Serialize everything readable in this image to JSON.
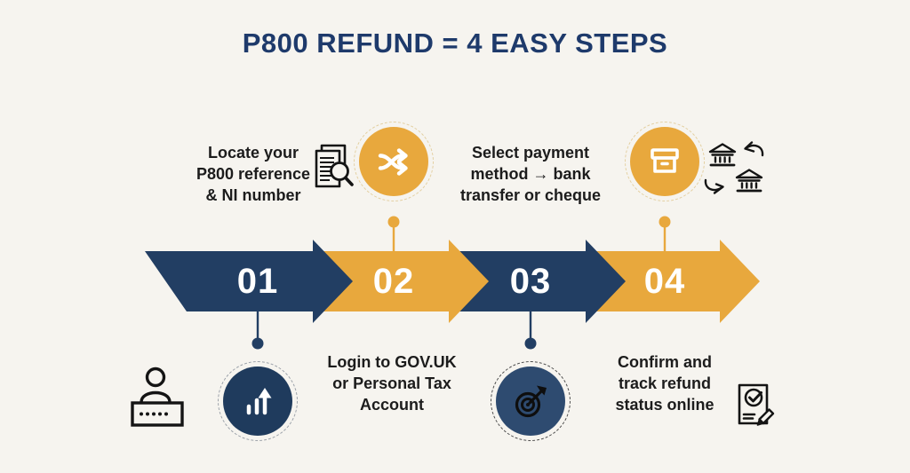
{
  "title": "P800 REFUND = 4 EASY STEPS",
  "colors": {
    "background": "#F6F4EF",
    "navy_arrow": "#223E63",
    "yellow_arrow": "#E8A83D",
    "title_navy": "#1E3A6B",
    "circle_navy_chart": "#1F3B5D",
    "circle_navy_target": "#2E4B70",
    "body_text": "#1C1C1C",
    "number_text": "#FFFFFF"
  },
  "steps": [
    {
      "number": "01",
      "arrow_color": "navy",
      "label": "Locate your\nP800 reference\n& NI number",
      "label_position": "top",
      "indicator_icon": "growth-chart-icon",
      "indicator_position": "bottom"
    },
    {
      "number": "02",
      "arrow_color": "yellow",
      "label": "Login to GOV.UK\nor Personal Tax\nAccount",
      "label_position": "bottom",
      "indicator_icon": "shuffle-arrows-icon",
      "indicator_position": "top"
    },
    {
      "number": "03",
      "arrow_color": "navy",
      "label": "Select payment\nmethod → bank\ntransfer or cheque",
      "label_position": "top",
      "indicator_icon": "target-dart-icon",
      "indicator_position": "bottom"
    },
    {
      "number": "04",
      "arrow_color": "yellow",
      "label": "Confirm and\ntrack refund\nstatus online",
      "label_position": "bottom",
      "indicator_icon": "storage-box-icon",
      "indicator_position": "top"
    }
  ],
  "decorative_icons": [
    "documents-magnifier-icon",
    "bank-transfer-icon",
    "person-password-icon",
    "document-check-pencil-icon"
  ]
}
